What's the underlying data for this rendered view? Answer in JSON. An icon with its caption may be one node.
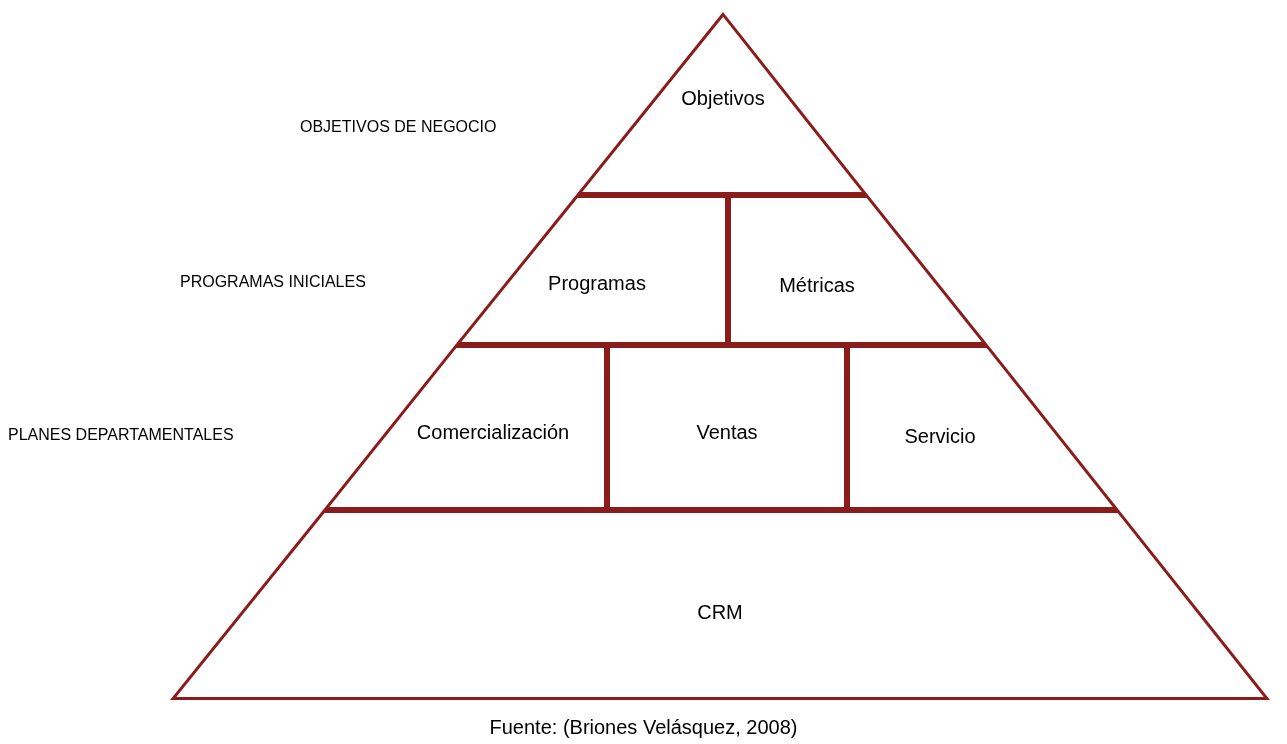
{
  "diagram": {
    "caption": "Fuente: (Briones Velásquez, 2008)",
    "nodes": [
      {
        "text": [
          "Objetivos"
        ]
      },
      {
        "text": [
          "Programas"
        ]
      },
      {
        "text": [
          "Métricas"
        ]
      },
      {
        "text": [
          "Comercialización"
        ]
      },
      {
        "text": [
          "Ventas"
        ]
      },
      {
        "text": [
          "Servicio"
        ]
      },
      {
        "text": [
          "CRM"
        ]
      }
    ],
    "edges": [],
    "labels": [
      "OBJETIVOS DE NEGOCIO",
      "PROGRAMAS INICIALES",
      "PLANES DEPARTAMENTALES"
    ]
  }
}
